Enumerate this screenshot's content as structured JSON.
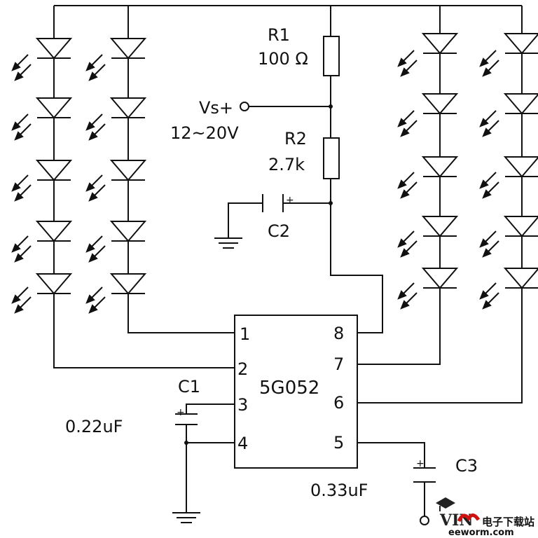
{
  "components": {
    "r1": {
      "ref": "R1",
      "value": "100 Ω"
    },
    "r2": {
      "ref": "R2",
      "value": "2.7k"
    },
    "vs": {
      "ref": "Vs+",
      "range": "12~20V"
    },
    "c1": {
      "ref": "C1",
      "value": "0.22uF"
    },
    "c2": {
      "ref": "C2"
    },
    "c3": {
      "ref": "C3",
      "value": "0.33uF"
    },
    "ic": {
      "part": "5G052",
      "pins": [
        "1",
        "2",
        "3",
        "4",
        "5",
        "6",
        "7",
        "8"
      ]
    }
  },
  "led_strings": {
    "strings": 4,
    "leds_per_string": 5
  },
  "watermark": {
    "brand": "电子下载站",
    "url": "eeworm.com"
  },
  "colors": {
    "ink": "#111111",
    "background": "#ffffff",
    "watermark_red": "#cc1111"
  }
}
